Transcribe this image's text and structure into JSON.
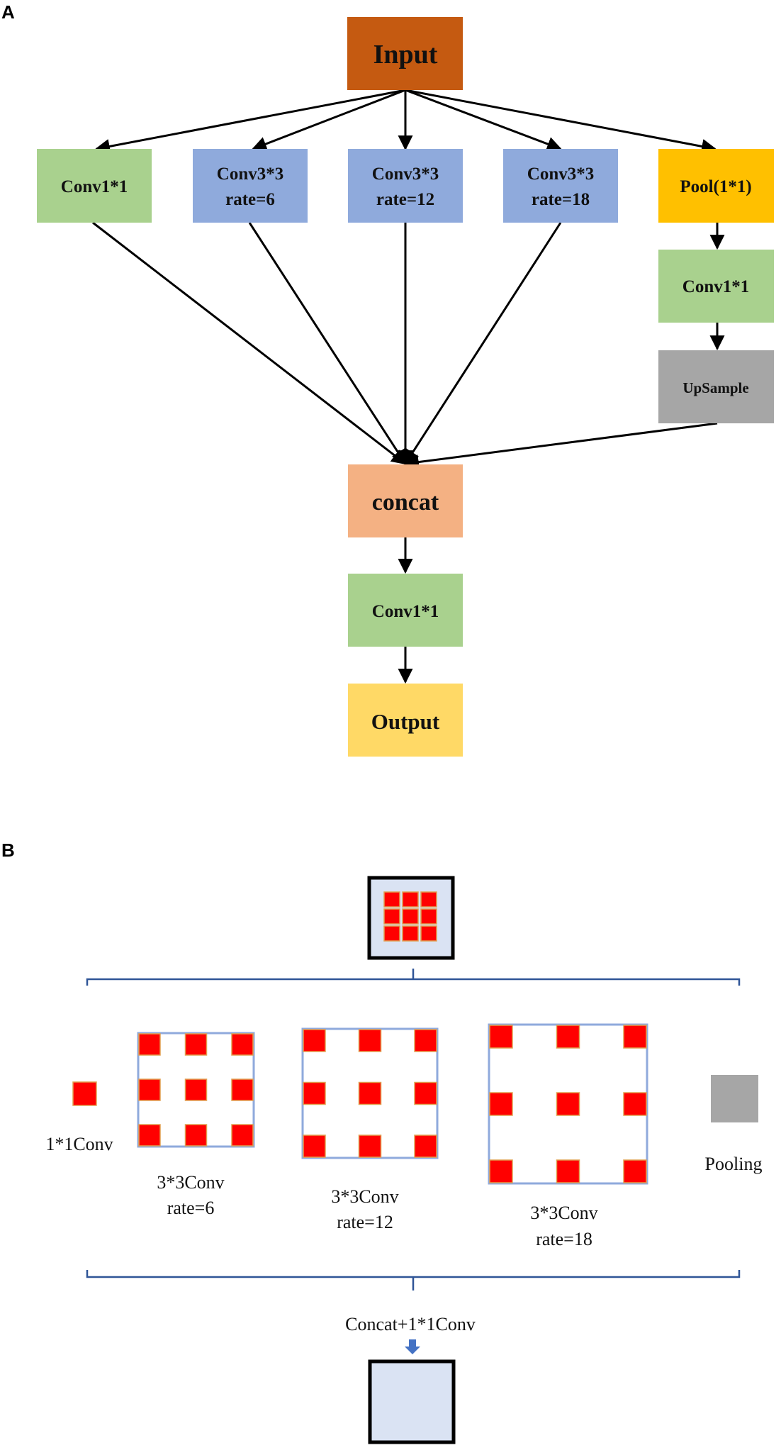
{
  "panel_a": {
    "label": "A",
    "nodes": {
      "input": {
        "label": "Input",
        "color": "#c55a11"
      },
      "conv1": {
        "label": "Conv1*1",
        "color": "#a9d18e"
      },
      "conv3_6": {
        "line1": "Conv3*3",
        "line2": "rate=6",
        "color": "#8faadc"
      },
      "conv3_12": {
        "line1": "Conv3*3",
        "line2": "rate=12",
        "color": "#8faadc"
      },
      "conv3_18": {
        "line1": "Conv3*3",
        "line2": "rate=18",
        "color": "#8faadc"
      },
      "pool": {
        "label": "Pool(1*1)",
        "color": "#ffc000"
      },
      "pool_conv": {
        "label": "Conv1*1",
        "color": "#a9d18e"
      },
      "upsample": {
        "label": "UpSample",
        "color": "#a6a6a6"
      },
      "concat": {
        "label": "concat",
        "color": "#f4b183"
      },
      "out_conv": {
        "label": "Conv1*1",
        "color": "#a9d18e"
      },
      "output": {
        "label": "Output",
        "color": "#ffd966"
      }
    }
  },
  "panel_b": {
    "label": "B",
    "conv1_label": "1*1Conv",
    "conv3_6_line1": "3*3Conv",
    "conv3_6_line2": "rate=6",
    "conv3_12_line1": "3*3Conv",
    "conv3_12_line2": "rate=12",
    "conv3_18_line1": "3*3Conv",
    "conv3_18_line2": "rate=18",
    "pooling_label": "Pooling",
    "concat_label": "Concat+1*1Conv",
    "colors": {
      "red": "#ff0000",
      "cell_border": "#e0a050",
      "frame": "#8faadc",
      "feature_map": "#dae3f3",
      "pool_gray": "#a6a6a6",
      "bracket": "#2f5597",
      "arrow": "#4472c4"
    }
  }
}
